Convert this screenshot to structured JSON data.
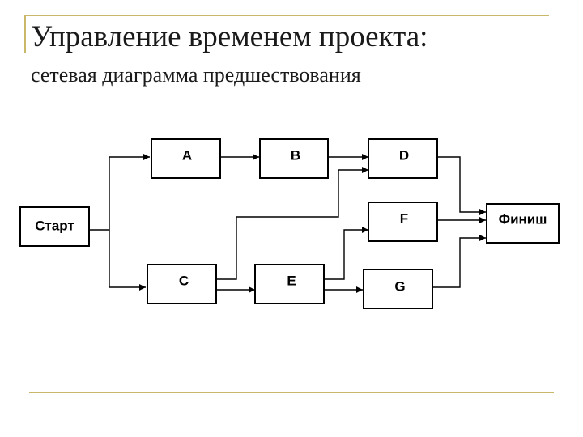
{
  "slide": {
    "title": "Управление временем проекта:",
    "subtitle": "сетевая диаграмма предшествования"
  },
  "diagram": {
    "nodes": {
      "start": "Старт",
      "a": "A",
      "b": "B",
      "c": "C",
      "d": "D",
      "e": "E",
      "f": "F",
      "g": "G",
      "finish": "Финиш"
    },
    "edges": [
      {
        "from": "Старт",
        "to": "A"
      },
      {
        "from": "Старт",
        "to": "C"
      },
      {
        "from": "A",
        "to": "B"
      },
      {
        "from": "B",
        "to": "D"
      },
      {
        "from": "C",
        "to": "D"
      },
      {
        "from": "C",
        "to": "E"
      },
      {
        "from": "E",
        "to": "F"
      },
      {
        "from": "E",
        "to": "G"
      },
      {
        "from": "D",
        "to": "Финиш"
      },
      {
        "from": "F",
        "to": "Финиш"
      },
      {
        "from": "G",
        "to": "Финиш"
      }
    ]
  },
  "colors": {
    "accent_rule": "#c9b86a",
    "text": "#1a1a1a",
    "stroke": "#000000"
  }
}
